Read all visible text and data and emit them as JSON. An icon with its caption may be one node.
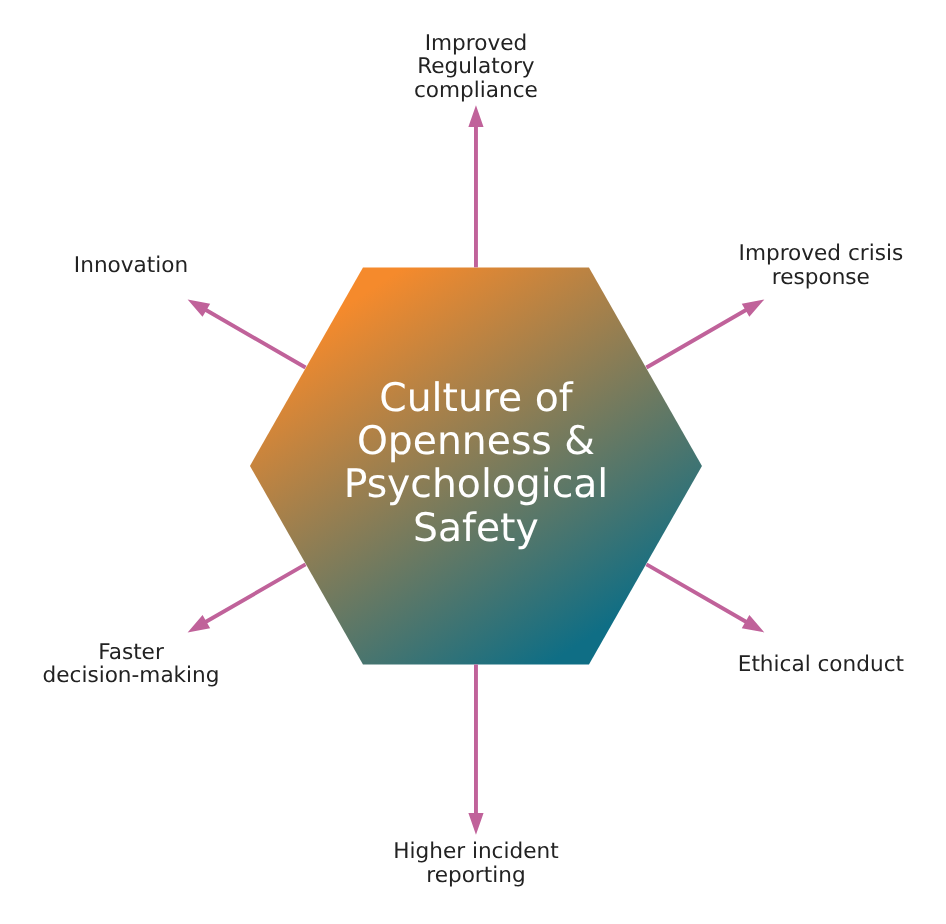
{
  "diagram": {
    "nodes": [
      {
        "text": [
          "Culture of Openness & Psychological Safety"
        ]
      },
      {
        "text": [
          "Improved crisis response"
        ]
      },
      {
        "text": [
          "Improved Regulatory compliance"
        ]
      },
      {
        "text": [
          "Innovation"
        ]
      },
      {
        "text": [
          "Faster decision-making"
        ]
      },
      {
        "text": [
          "Higher incident reporting"
        ]
      },
      {
        "text": [
          "Ethical conduct"
        ]
      }
    ],
    "edges": [
      {
        "from": 0,
        "to": 1,
        "arrow": "to"
      },
      {
        "from": 0,
        "to": 2,
        "arrow": "to"
      },
      {
        "from": 0,
        "to": 3,
        "arrow": "to"
      },
      {
        "from": 0,
        "to": 4,
        "arrow": "to"
      },
      {
        "from": 0,
        "to": 5,
        "arrow": "to"
      },
      {
        "from": 0,
        "to": 6,
        "arrow": "to"
      }
    ]
  }
}
